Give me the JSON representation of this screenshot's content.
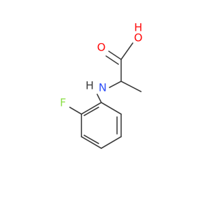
{
  "molecule": {
    "atoms": {
      "oxygen_hydroxyl": {
        "label": "O",
        "color": "#ff0d0d"
      },
      "hydrogen_hydroxyl": {
        "label": "H",
        "color": "#ff0d0d"
      },
      "oxygen_carbonyl": {
        "label": "O",
        "color": "#ff0d0d"
      },
      "nitrogen": {
        "label": "N",
        "color": "#3050f8"
      },
      "hydrogen_amine": {
        "label": "H",
        "color": "#3c3c3c"
      },
      "fluorine": {
        "label": "F",
        "color": "#90e050"
      }
    },
    "bond_color": "#3c3c3c"
  }
}
